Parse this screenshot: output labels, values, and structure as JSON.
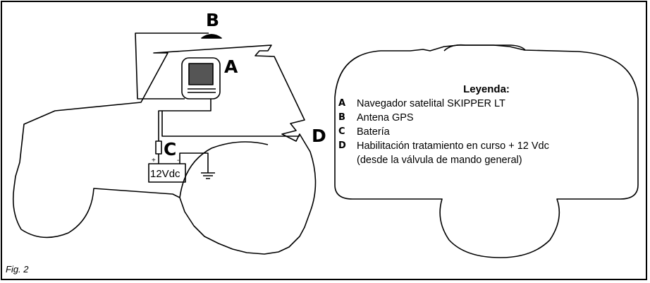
{
  "callouts": {
    "a": "A",
    "b": "B",
    "c": "C",
    "d": "D"
  },
  "battery": {
    "label": "12Vdc",
    "plus": "+",
    "minus": "-"
  },
  "legend": {
    "title": "Leyenda:",
    "items": [
      {
        "key": "A",
        "text": "Navegador satelital SKIPPER LT"
      },
      {
        "key": "B",
        "text": "Antena GPS"
      },
      {
        "key": "C",
        "text": "Batería"
      },
      {
        "key": "D",
        "text": "Habilitación tratamiento en curso + 12 Vdc"
      },
      {
        "key": "",
        "text": "(desde la válvula de mando general)"
      }
    ]
  },
  "caption": "Fig. 2"
}
